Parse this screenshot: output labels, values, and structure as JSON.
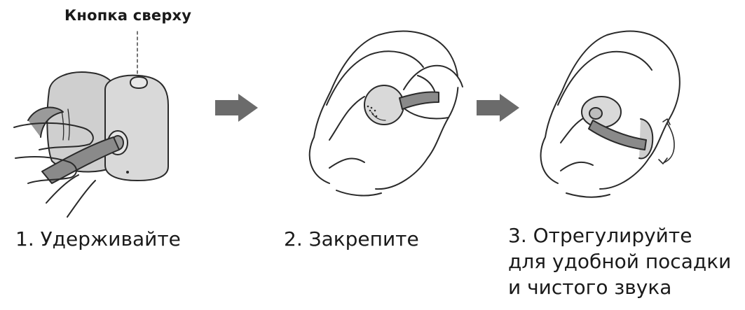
{
  "callout": {
    "top_button": "Кнопка сверху"
  },
  "steps": [
    {
      "label": "1. Удерживайте",
      "icon": "hand-holding-earbud-icon"
    },
    {
      "label": "2. Закрепите",
      "icon": "earbud-insertion-icon"
    },
    {
      "lines": [
        "3. Отрегулируйте",
        "для удобной посадки",
        "и чистого звука"
      ],
      "icon": "earbud-adjust-icon"
    }
  ],
  "colors": {
    "line": "#2a2a2a",
    "earbud_fill": "#d9d9d9",
    "earbud_shade": "#b5b5b5",
    "arrow": "#6b6b6b",
    "text": "#1a1a1a"
  }
}
